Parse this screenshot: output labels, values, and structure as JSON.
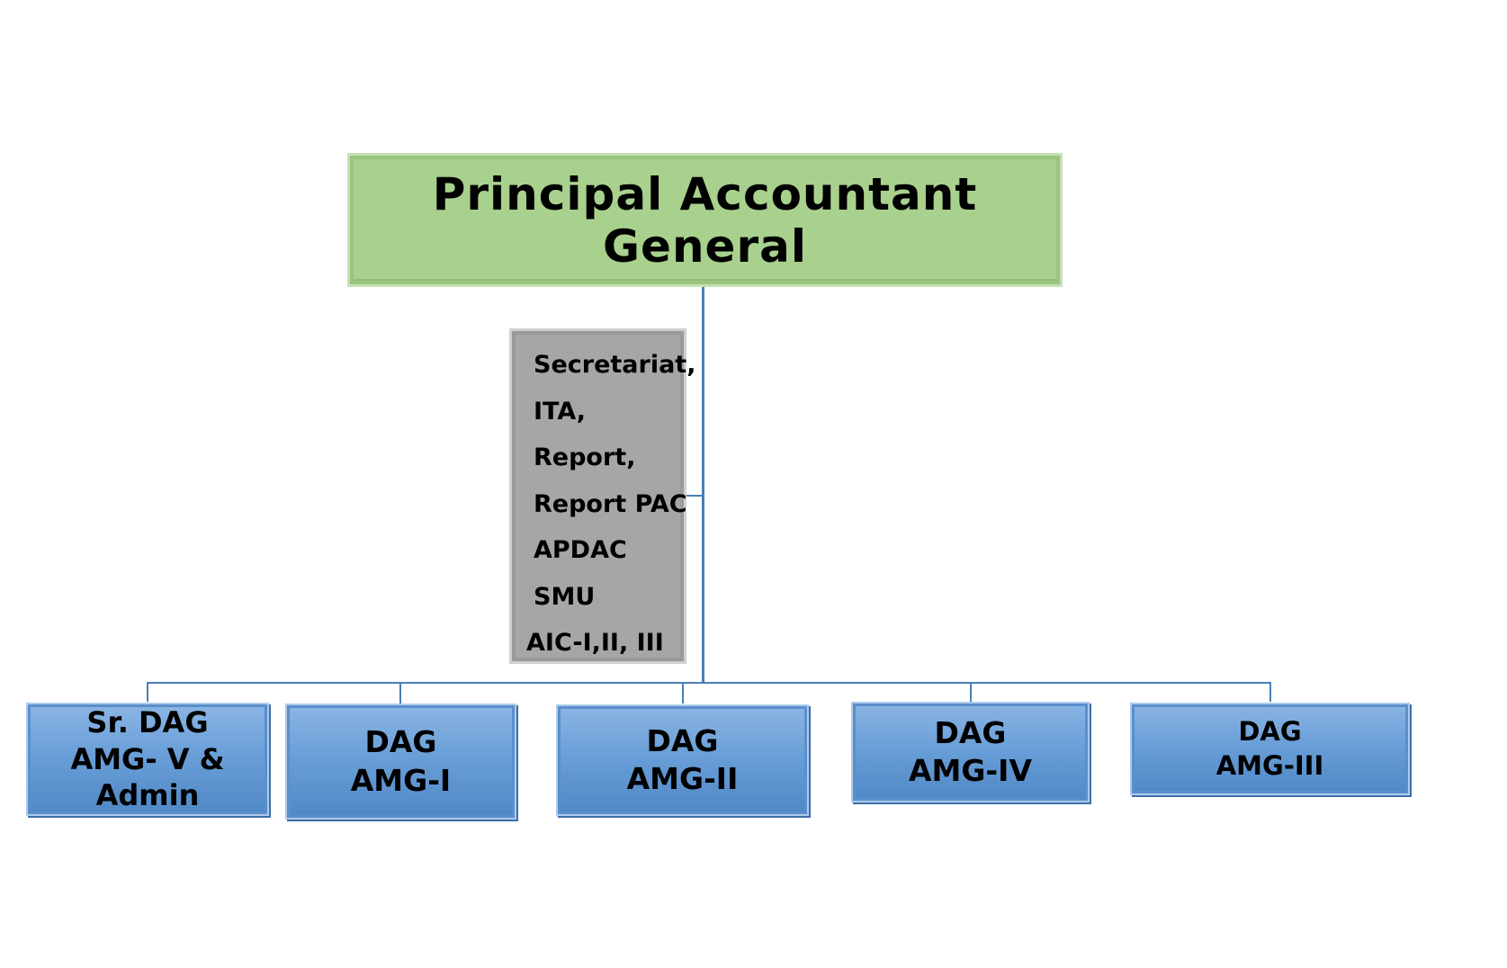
{
  "diagram": {
    "type": "org-chart",
    "root": {
      "label": "Principal Accountant General",
      "color": "#a9d18e"
    },
    "staff_unit": {
      "lines": [
        "Secretariat,",
        "ITA,",
        "Report,",
        "Report PAC",
        "APDAC",
        "SMU",
        "AIC-I,II, III"
      ],
      "color": "#a6a6a6"
    },
    "departments": [
      {
        "lines": [
          "Sr. DAG",
          "AMG- V &",
          "Admin"
        ]
      },
      {
        "lines": [
          "DAG",
          "AMG-I"
        ]
      },
      {
        "lines": [
          "DAG",
          "AMG-II"
        ]
      },
      {
        "lines": [
          "DAG",
          "AMG-IV"
        ]
      },
      {
        "lines": [
          "DAG",
          "AMG-III"
        ]
      }
    ],
    "department_color": "#5b9bd5",
    "connector_color": "#4a7fb5"
  }
}
